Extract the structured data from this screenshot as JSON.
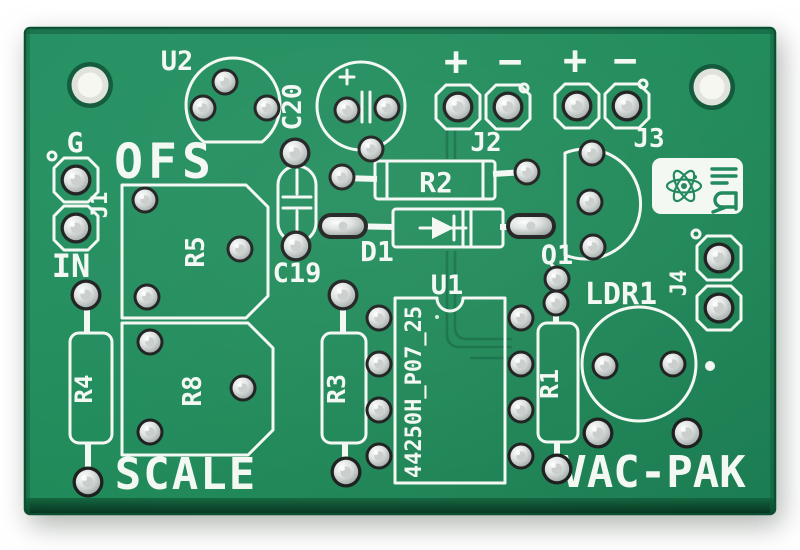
{
  "scene": {
    "description": "Top-down photo of a bare green printed circuit board with white silkscreen on a white background"
  },
  "colors": {
    "solder_mask_green": "#1f8a59",
    "board_edge_dark": "#0b4c30",
    "silkscreen_white": "#f3f8f3",
    "pad_silver": "#d7dbda",
    "background": "#ffffff"
  },
  "silkscreen": {
    "big_labels": {
      "ofs": "OFS",
      "scale": "SCALE",
      "vac_pak": "VAC-PAK",
      "in": "IN",
      "g": "G"
    },
    "refs": {
      "u1": "U1",
      "u2": "U2",
      "c19": "C19",
      "c20": "C20",
      "r1": "R1",
      "r2": "R2",
      "r3": "R3",
      "r4": "R4",
      "r5": "R5",
      "r8": "R8",
      "d1": "D1",
      "q1": "Q1",
      "j1": "J1",
      "j2": "J2",
      "j3": "J3",
      "j4": "J4",
      "ldr1": "LDR1"
    },
    "u1_part_number": "44250H_P07_25",
    "polarity": {
      "plus": "+",
      "minus": "−"
    }
  }
}
